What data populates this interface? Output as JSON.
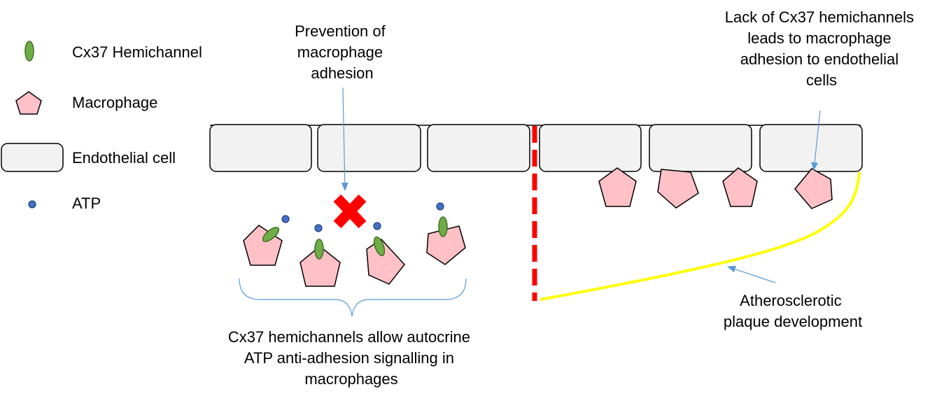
{
  "legend": {
    "hemichannel": {
      "label": "Cx37 Hemichannel",
      "icon": "green-oval-icon"
    },
    "macrophage": {
      "label": "Macrophage",
      "icon": "pink-pentagon-icon"
    },
    "endothelial": {
      "label": "Endothelial cell",
      "icon": "rounded-rect-icon"
    },
    "atp": {
      "label": "ATP",
      "icon": "blue-dot-icon"
    }
  },
  "annotations": {
    "prevention": [
      "Prevention of",
      "macrophage",
      "adhesion"
    ],
    "lack": [
      "Lack of Cx37 hemichannels",
      "leads to macrophage",
      "adhesion to endothelial",
      "cells"
    ],
    "signalling": [
      "Cx37 hemichannels allow autocrine",
      "ATP anti-adhesion signalling in",
      "macrophages"
    ],
    "plaque": [
      "Atherosclerotic",
      "plaque development"
    ]
  },
  "colors": {
    "hemichannel_fill": "#70ad47",
    "hemichannel_stroke": "#3f6f27",
    "macrophage_fill": "#ffc0c6",
    "atp_fill": "#4472c4",
    "atp_stroke": "#1f3f7a",
    "endothelial_fill": "#f2f2f2",
    "cross": "#ff0000",
    "divider": "#ff0000",
    "plaque_line": "#ffff00",
    "arrow": "#5b9bd5"
  }
}
